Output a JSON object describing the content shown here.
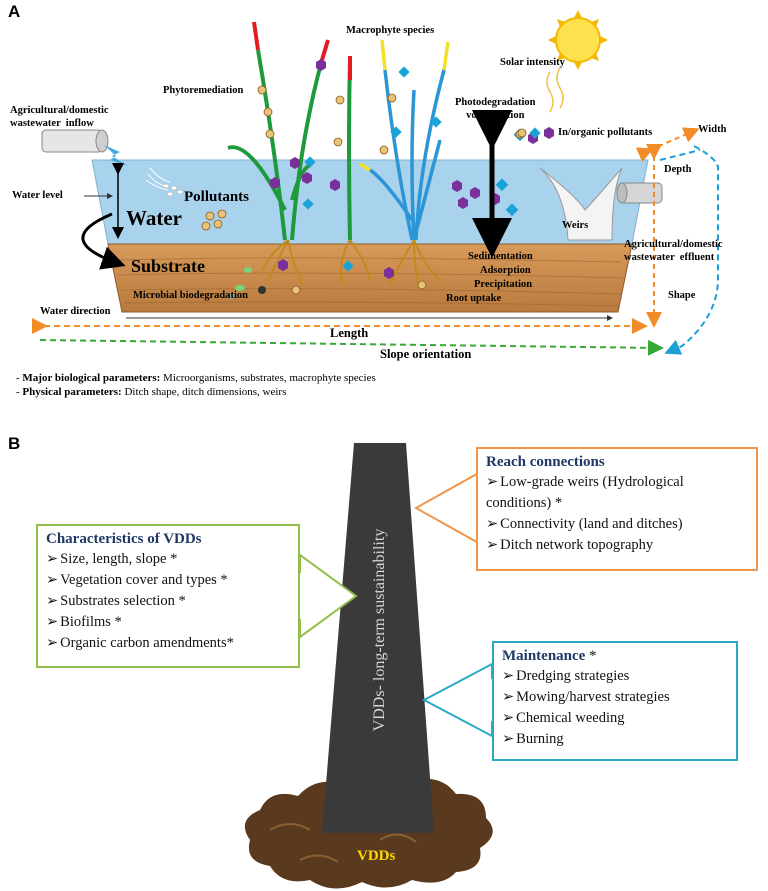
{
  "panel_a": {
    "letter": "A",
    "labels": {
      "macrophyte_species": "Macrophyte species",
      "solar_intensity": "Solar intensity",
      "phytoremediation": "Phytoremediation",
      "inflow": "Agricultural/domestic\nwastewater  inflow",
      "photodegradation": "Photodegradation\nvolatilization",
      "inorganic_pollutants": "In/organic pollutants",
      "width": "Width",
      "depth": "Depth",
      "water_level": "Water level",
      "pollutants": "Pollutants",
      "water": "Water",
      "substrate": "Substrate",
      "weirs": "Weirs",
      "effluent": "Agricultural/domestic\nwastewater  effluent",
      "sedimentation": "Sedimentation",
      "adsorption": "Adsorption",
      "precipitation": "Precipitation",
      "root_uptake": "Root uptake",
      "microbial": "Microbial biodegradation",
      "shape": "Shape",
      "water_direction": "Water direction",
      "length": "Length",
      "slope_orientation": "Slope orientation"
    },
    "notes": [
      {
        "bold": "Major biological parameters:",
        "text": " Microorganisms, substrates, macrophyte species"
      },
      {
        "bold": "Physical parameters:",
        "text": " Ditch shape, ditch dimensions, weirs"
      }
    ],
    "colors": {
      "water": "#a9d2ec",
      "substrate": "#c98b4e",
      "arrow_orange": "#f28c28",
      "arrow_blue": "#1a9fd6",
      "arrow_green": "#39a935"
    }
  },
  "panel_b": {
    "letter": "B",
    "pillar_label": "VDDs- long-term  sustainability",
    "base_label": "VDDs",
    "characteristics": {
      "title": "Characteristics of VDDs",
      "items": [
        "Size, length, slope *",
        "Vegetation cover and types *",
        "Substrates selection *",
        "Biofilms *",
        "Organic carbon amendments*"
      ]
    },
    "reach": {
      "title": "Reach connections",
      "items": [
        "Low-grade weirs (Hydrological conditions) *",
        "Connectivity (land and ditches)",
        "Ditch network topography"
      ]
    },
    "maintenance": {
      "title": "Maintenance",
      "title_suffix": " *",
      "items": [
        "Dredging strategies",
        "Mowing/harvest strategies",
        "Chemical weeding",
        "Burning"
      ]
    },
    "colors": {
      "green_box": "#8fbf4a",
      "orange_box": "#f0954a",
      "teal_box": "#2aa8c4",
      "pillar": "#3a3a3a",
      "soil": "#5a3a1e",
      "base_text": "#ffd700"
    }
  }
}
